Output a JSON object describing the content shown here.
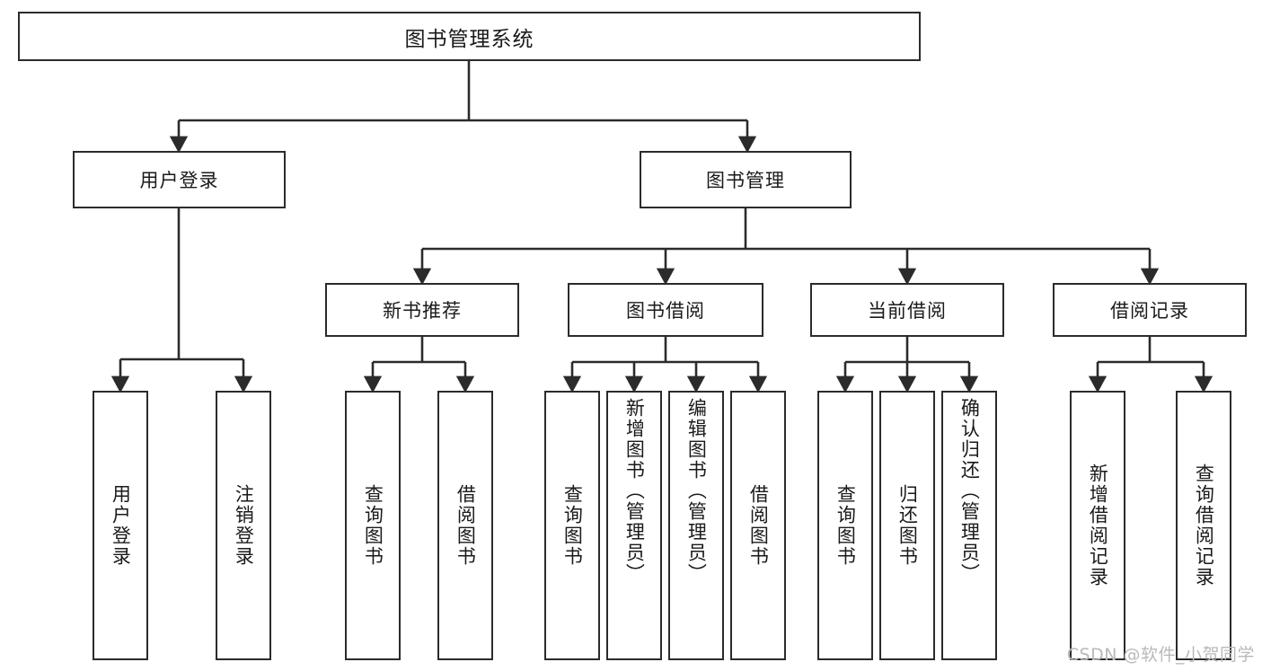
{
  "diagram": {
    "title": "图书管理系统",
    "type": "tree",
    "watermark": "CSDN @软件_小贺同学",
    "colors": {
      "box_border": "#2b2b2b",
      "box_fill": "#ffffff",
      "edge": "#2b2b2b",
      "text": "#1a1a1a",
      "watermark": "#b9b9b9",
      "background": "#ffffff"
    },
    "root": {
      "label": "图书管理系统"
    },
    "level2": [
      {
        "label": "用户登录"
      },
      {
        "label": "图书管理"
      }
    ],
    "level3": [
      {
        "label": "新书推荐"
      },
      {
        "label": "图书借阅"
      },
      {
        "label": "当前借阅"
      },
      {
        "label": "借阅记录"
      }
    ],
    "leaves": {
      "user_login": [
        {
          "label": "用户登录"
        },
        {
          "label": "注销登录"
        }
      ],
      "new_book_recommend": [
        {
          "label": "查询图书"
        },
        {
          "label": "借阅图书"
        }
      ],
      "book_borrow": [
        {
          "label": "查询图书"
        },
        {
          "label": "新增图书（管理员）"
        },
        {
          "label": "编辑图书（管理员）"
        },
        {
          "label": "借阅图书"
        }
      ],
      "current_borrow": [
        {
          "label": "查询图书"
        },
        {
          "label": "归还图书"
        },
        {
          "label": "确认归还（管理员）"
        }
      ],
      "borrow_records": [
        {
          "label": "新增借阅记录"
        },
        {
          "label": "查询借阅记录"
        }
      ]
    }
  }
}
